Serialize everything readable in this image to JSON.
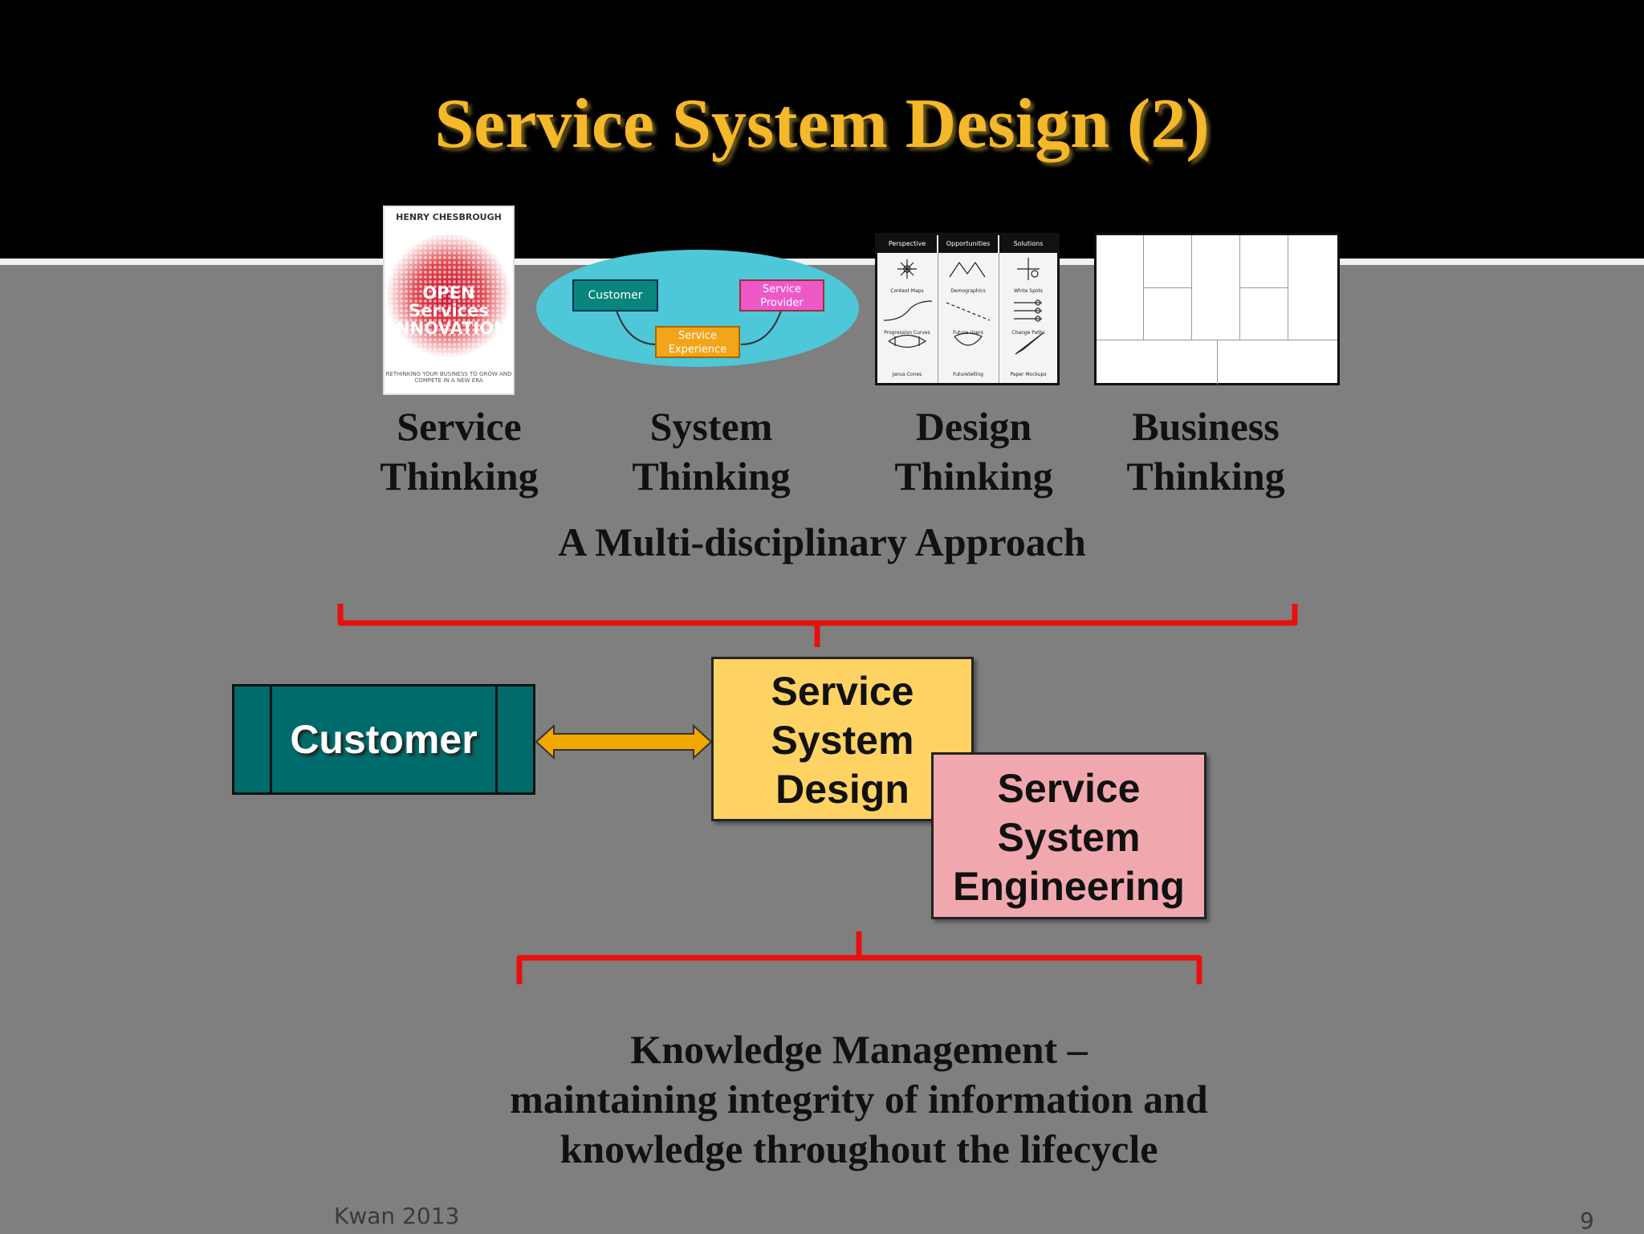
{
  "title": "Service System Design (2)",
  "thinking_items": [
    {
      "line1": "Service",
      "line2": "Thinking"
    },
    {
      "line1": "System",
      "line2": "Thinking"
    },
    {
      "line1": "Design",
      "line2": "Thinking"
    },
    {
      "line1": "Business",
      "line2": "Thinking"
    }
  ],
  "book": {
    "author": "HENRY CHESBROUGH",
    "title_line1": "OPEN Services",
    "title_line2": "INNOVATION",
    "subtitle": "RETHINKING YOUR BUSINESS TO GROW AND COMPETE IN A NEW ERA"
  },
  "mini_diagram": {
    "customer": "Customer",
    "provider": "Service Provider",
    "experience": "Service Experience"
  },
  "design_grid": {
    "headers": [
      "Perspective",
      "Opportunities",
      "Solutions"
    ],
    "cells": [
      "Context Maps",
      "Demographics",
      "White Spots",
      "Progression Curves",
      "Future Users",
      "Change Paths",
      "Janus Cones",
      "Futuretelling",
      "Paper Mockups"
    ]
  },
  "approach": "A Multi-disciplinary Approach",
  "diagram": {
    "customer": "Customer",
    "ssd": [
      "Service",
      "System",
      "Design"
    ],
    "sse": [
      "Service",
      "System",
      "Engineering"
    ]
  },
  "knowledge": {
    "line1": "Knowledge Management –",
    "line2": "maintaining integrity of information and",
    "line3": "knowledge throughout the lifecycle"
  },
  "footer": {
    "author": "Kwan 2013",
    "page": "9"
  },
  "colors": {
    "title": "#f5b82a",
    "customer": "#006b6b",
    "ssd": "#ffd363",
    "sse": "#f0a8ae",
    "bracket": "#e8100e",
    "arrow": "#f0a800"
  }
}
